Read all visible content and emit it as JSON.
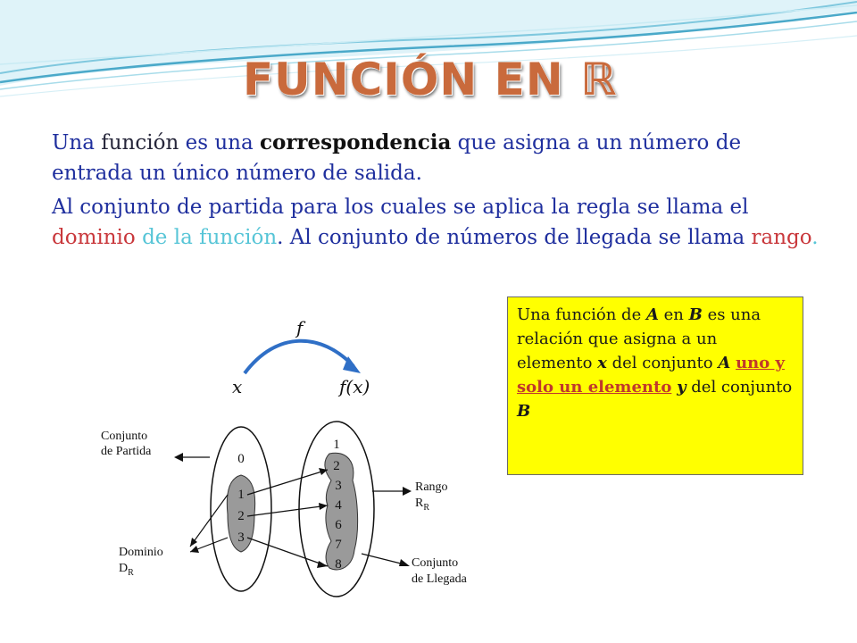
{
  "title": "FUNCIÓN EN ℝ",
  "paragraph1": {
    "s1": "Una ",
    "s2": "función",
    "s3": " es una ",
    "s4": "correspondencia",
    "s5": " que asigna a un número de entrada un único número de salida."
  },
  "paragraph2": {
    "s1": "Al conjunto de partida para los cuales se aplica la regla se llama el ",
    "s2": "dominio",
    "s3": " de la función",
    "s4": ". Al conjunto de números de llegada se llama ",
    "s5": "rango",
    "s6": "."
  },
  "function_map": {
    "f": "f",
    "x": "x",
    "fx": "f(x)"
  },
  "infobox": {
    "s1": "Una función de ",
    "A": "A",
    "s2": " en ",
    "B": "B",
    "s3": " es una relación que asigna a un elemento ",
    "x": "x",
    "s4": " del conjunto ",
    "A2": "A",
    "s5": " ",
    "underlined": "uno y solo un elemento",
    "s6": " ",
    "y": "y",
    "s7": " del conjunto ",
    "B2": "B"
  },
  "diagram": {
    "label_partida_1": "Conjunto",
    "label_partida_2": "de Partida",
    "label_dominio_1": "Dominio",
    "label_dominio_2": "D",
    "label_dominio_sub": "R",
    "label_rango_1": "Rango",
    "label_rango_2": "R",
    "label_rango_sub": "R",
    "label_llegada_1": "Conjunto",
    "label_llegada_2": "de Llegada",
    "left_set": [
      "0",
      "1",
      "2",
      "3"
    ],
    "right_set": [
      "1",
      "2",
      "3",
      "4",
      "6",
      "7",
      "8"
    ]
  },
  "colors": {
    "text_blue": "#1f2f9e",
    "red": "#c9383c",
    "cyan": "#57c5d7",
    "box_yellow": "#ffff00",
    "title_orange": "#c96a3c"
  },
  "icons": [
    "wave-decoration",
    "curved-arrow"
  ]
}
